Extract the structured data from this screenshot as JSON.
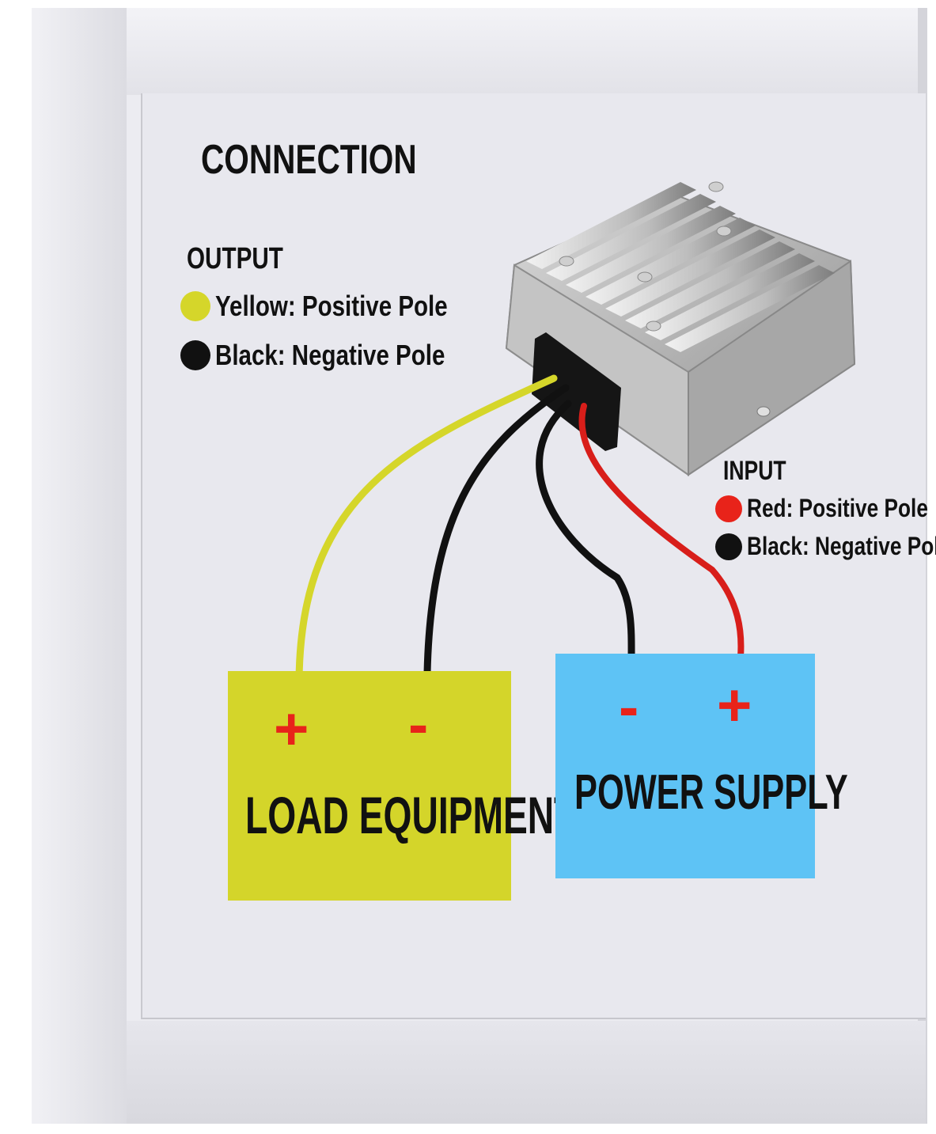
{
  "title": "CONNECTION",
  "output": {
    "heading": "OUTPUT",
    "items": [
      {
        "color": "#d5d62a",
        "label": "Yellow: Positive Pole"
      },
      {
        "color": "#111111",
        "label": "Black: Negative Pole"
      }
    ]
  },
  "input": {
    "heading": "INPUT",
    "items": [
      {
        "color": "#e8231a",
        "label": "Red: Positive Pole"
      },
      {
        "color": "#111111",
        "label": "Black: Negative Pole"
      }
    ]
  },
  "load": {
    "label": "LOAD EQUIPMENT",
    "plus": "+",
    "minus": "-",
    "color": "#d4d52a"
  },
  "supply": {
    "label": "POWER SUPPLY",
    "plus": "+",
    "minus": "-",
    "color": "#5ec3f5"
  },
  "wire_colors": {
    "yellow": "#d5d62a",
    "black": "#111111",
    "red": "#d81e1a"
  }
}
